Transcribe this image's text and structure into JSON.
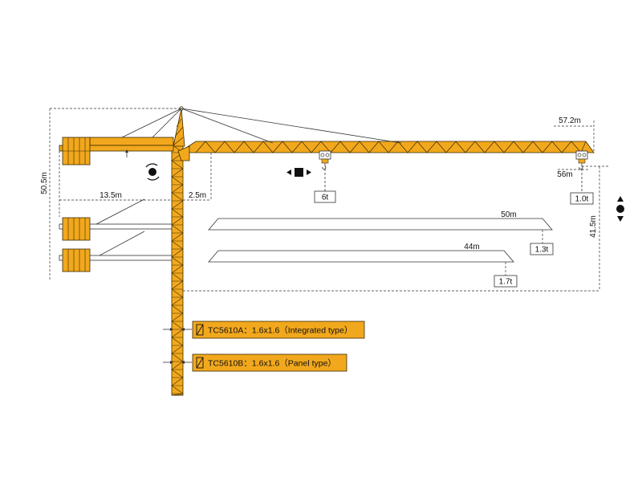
{
  "dimensions": {
    "total_height": "50.5m",
    "counter_jib_length": "13.5m",
    "tower_offset": "2.5m",
    "max_jib_radius": "57.2m",
    "tip_load_radius": "56m",
    "under_hook_height": "41.5m"
  },
  "loads": {
    "max_load": "6t",
    "tip_load": "1.0t"
  },
  "jib_variants": [
    {
      "length": "50m",
      "tip_load": "1.3t"
    },
    {
      "length": "44m",
      "tip_load": "1.7t"
    }
  ],
  "mast_sections": [
    {
      "label": "TC5610A：1.6x1.6（Integrated type）"
    },
    {
      "label": "TC5610B：1.6x1.6（Panel type）"
    }
  ],
  "icons": [
    "slewing-icon",
    "trolley-travel-icon",
    "hoisting-icon",
    "mast-section-icon"
  ],
  "colors": {
    "structure": "#F2A81D",
    "outline": "#3a2a00",
    "dim_line": "#333333"
  }
}
